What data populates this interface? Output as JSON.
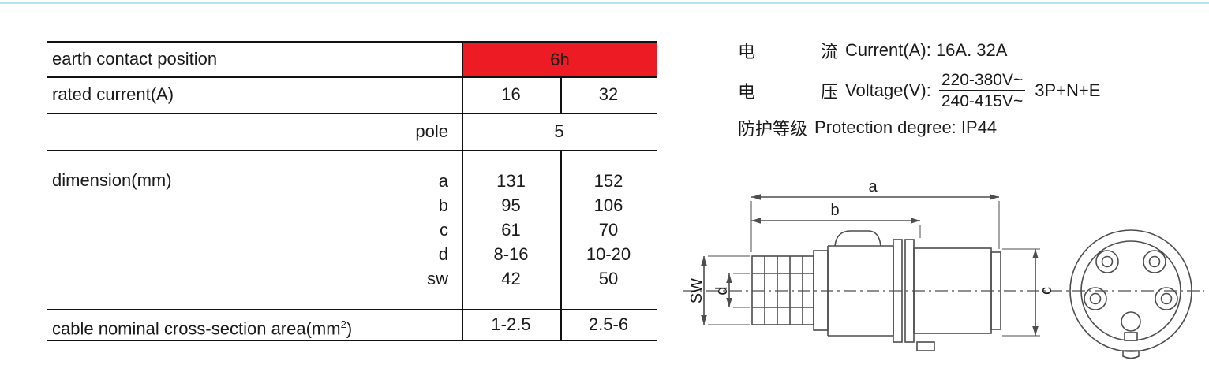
{
  "colors": {
    "accent_red": "#ed1c24",
    "top_line_blue": "#b9e2f0",
    "line_black": "#111111",
    "drawing_gray": "#4d4d4d"
  },
  "table": {
    "header": {
      "label": "earth contact position",
      "value": "6h"
    },
    "rated_current": {
      "label": "rated current(A)",
      "c1": "16",
      "c2": "32"
    },
    "pole": {
      "label": "pole",
      "value": "5"
    },
    "dimension": {
      "label": "dimension(mm)",
      "rows": [
        {
          "k": "a",
          "c1": "131",
          "c2": "152"
        },
        {
          "k": "b",
          "c1": "95",
          "c2": "106"
        },
        {
          "k": "c",
          "c1": "61",
          "c2": "70"
        },
        {
          "k": "d",
          "c1": "8-16",
          "c2": "10-20"
        },
        {
          "k": "sw",
          "c1": "42",
          "c2": "50"
        }
      ]
    },
    "cable": {
      "label_pre": "cable nominal cross-section area(mm",
      "sup": "2",
      "label_post": ")",
      "c1": "1-2.5",
      "c2": "2.5-6"
    }
  },
  "specs": {
    "line1": {
      "zh_a": "电",
      "zh_b": "流",
      "text": "Current(A): 16A. 32A"
    },
    "line2": {
      "zh_a": "电",
      "zh_b": "压",
      "text": "Voltage(V):",
      "frac_top": "220-380V~",
      "frac_bottom": "240-415V~",
      "suffix": "3P+N+E"
    },
    "line3": {
      "zh": "防护等级",
      "text": "Protection degree: IP44"
    }
  },
  "drawing": {
    "labels": {
      "a": "a",
      "b": "b",
      "c": "c",
      "d": "d",
      "sw": "SW"
    }
  }
}
